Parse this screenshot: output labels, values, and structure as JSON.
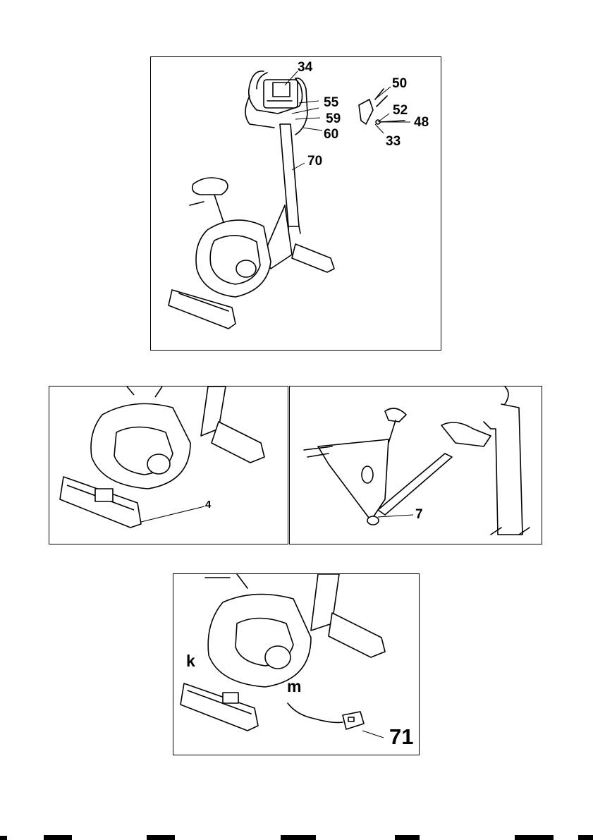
{
  "panels": {
    "overview": {
      "labels": {
        "p34": "34",
        "p50": "50",
        "p55": "55",
        "p52": "52",
        "p59": "59",
        "p48": "48",
        "p60": "60",
        "p33": "33",
        "p70": "70"
      }
    },
    "front_stabilizer": {
      "labels": {
        "p4": "4"
      }
    },
    "moving": {
      "labels": {
        "p7": "7"
      }
    },
    "power": {
      "labels": {
        "k": "k",
        "m": "m",
        "p71": "71"
      }
    }
  }
}
